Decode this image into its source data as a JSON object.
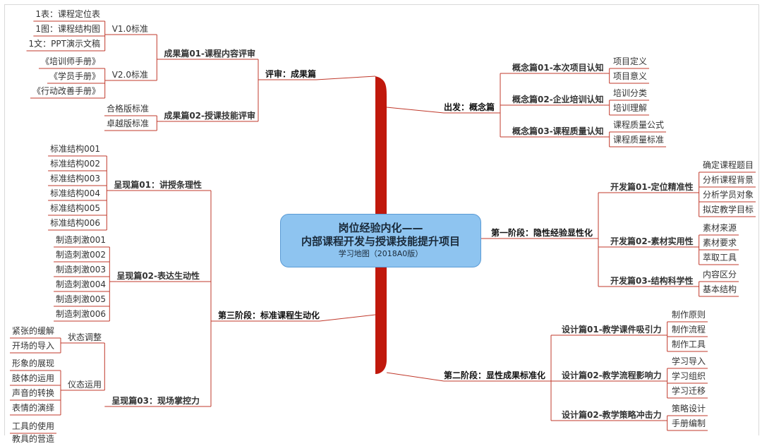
{
  "colors": {
    "trunk": "#c0180c",
    "line_red": "#c0392b",
    "line_gray": "#9aa0a6",
    "center_fill": "#8ec4f0"
  },
  "center": {
    "line1": "岗位经验内化——",
    "line2": "内部课程开发与授课技能提升项目",
    "line3": "学习地图（2018A0版）"
  },
  "review": {
    "label": "评审：成果篇",
    "r01": {
      "label": "成果篇01-课程内容评审",
      "v1": {
        "label": "V1.0标准",
        "items": [
          "1表：课程定位表",
          "1图：课程结构图",
          "1文：PPT演示文稿"
        ]
      },
      "v2": {
        "label": "V2.0标准",
        "items": [
          "《培训师手册》",
          "《学员手册》",
          "《行动改善手册》"
        ]
      }
    },
    "r02": {
      "label": "成果篇02-授课技能评审",
      "items": [
        "合格版标准",
        "卓越版标准"
      ]
    }
  },
  "stage3": {
    "label": "第三阶段：标准课程生动化",
    "p01": {
      "label": "呈现篇01：讲授条理性",
      "items": [
        "标准结构001",
        "标准结构002",
        "标准结构003",
        "标准结构004",
        "标准结构005",
        "标准结构006"
      ]
    },
    "p02": {
      "label": "呈现篇02-表达生动性",
      "items": [
        "制造刺激001",
        "制造刺激002",
        "制造刺激003",
        "制造刺激004",
        "制造刺激005",
        "制造刺激006"
      ]
    },
    "p03": {
      "label": "呈现篇03：现场掌控力",
      "state": {
        "label": "状态调整",
        "items": [
          "紧张的缓解",
          "开场的导入"
        ]
      },
      "posture": {
        "label": "仪态运用",
        "items": [
          "形象的展现",
          "肢体的运用",
          "声音的转换",
          "表情的演绎"
        ]
      },
      "tools": {
        "items": [
          "工具的使用",
          "教具的营造"
        ]
      }
    }
  },
  "start": {
    "label": "出发：概念篇",
    "c01": {
      "label": "概念篇01-本次项目认知",
      "items": [
        "项目定义",
        "项目意义"
      ]
    },
    "c02": {
      "label": "概念篇02-企业培训认知",
      "items": [
        "培训分类",
        "培训理解"
      ]
    },
    "c03": {
      "label": "概念篇03-课程质量认知",
      "items": [
        "课程质量公式",
        "课程质量标准"
      ]
    }
  },
  "stage1": {
    "label": "第一阶段：隐性经验显性化",
    "d01": {
      "label": "开发篇01-定位精准性",
      "items": [
        "确定课程题目",
        "分析课程背景",
        "分析学员对象",
        "拟定教学目标"
      ]
    },
    "d02": {
      "label": "开发篇02-素材实用性",
      "items": [
        "素材来源",
        "素材要求",
        "萃取工具"
      ]
    },
    "d03": {
      "label": "开发篇03-结构科学性",
      "items": [
        "内容区分",
        "基本结构"
      ]
    }
  },
  "stage2": {
    "label": "第二阶段：显性成果标准化",
    "s01": {
      "label": "设计篇01-教学课件吸引力",
      "items": [
        "制作原则",
        "制作流程",
        "制作工具"
      ]
    },
    "s02": {
      "label": "设计篇02-教学流程影响力",
      "items": [
        "学习导入",
        "学习组织",
        "学习迁移"
      ]
    },
    "s03": {
      "label": "设计篇02-教学策略冲击力",
      "items": [
        "策略设计",
        "手册编制"
      ]
    }
  }
}
